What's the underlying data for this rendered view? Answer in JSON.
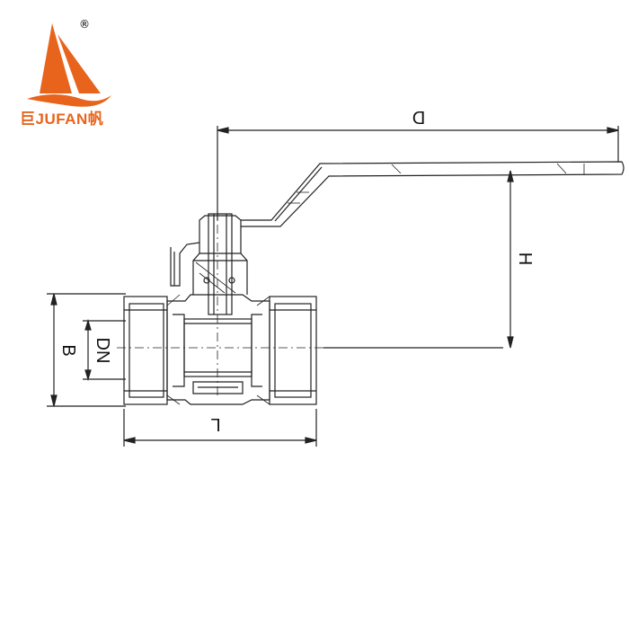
{
  "brand": {
    "name": "巨JUFAN帆",
    "registered_mark": "®",
    "primary_color": "#e8641c"
  },
  "dimensions": {
    "D": "D",
    "H": "H",
    "B": "B",
    "DN": "DN",
    "L": "L"
  },
  "colors": {
    "line": "#222222"
  }
}
